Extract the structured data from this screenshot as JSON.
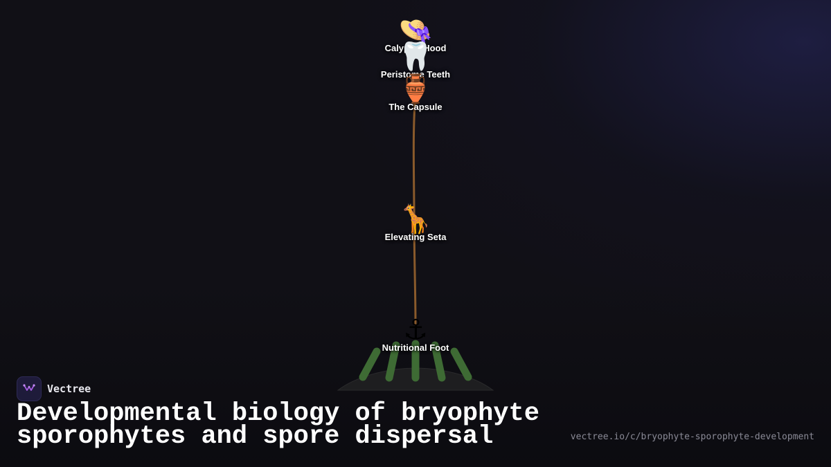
{
  "diagram": {
    "parts": [
      {
        "icon": "hat-with-bow",
        "emoji": "👒",
        "label": "Calyptra Hood"
      },
      {
        "icon": "tooth",
        "emoji": "🦷",
        "label": "Peristome Teeth"
      },
      {
        "icon": "amphora",
        "emoji": "🏺",
        "label": "The Capsule"
      },
      {
        "icon": "giraffe",
        "emoji": "🦒",
        "label": "Elevating Seta"
      },
      {
        "icon": "anchor",
        "emoji": "⚓",
        "label": "Nutritional Foot"
      }
    ],
    "colors": {
      "seta": "#8a5a2b",
      "gametophyte_leaves": "#3e6b34",
      "ground_mound": "#1e1e20"
    }
  },
  "brand": {
    "name": "Vectree",
    "logo_icon": "vectree-logo-icon"
  },
  "title": "Developmental biology of bryophyte sporophytes and spore dispersal",
  "url": "vectree.io/c/bryophyte-sporophyte-development"
}
